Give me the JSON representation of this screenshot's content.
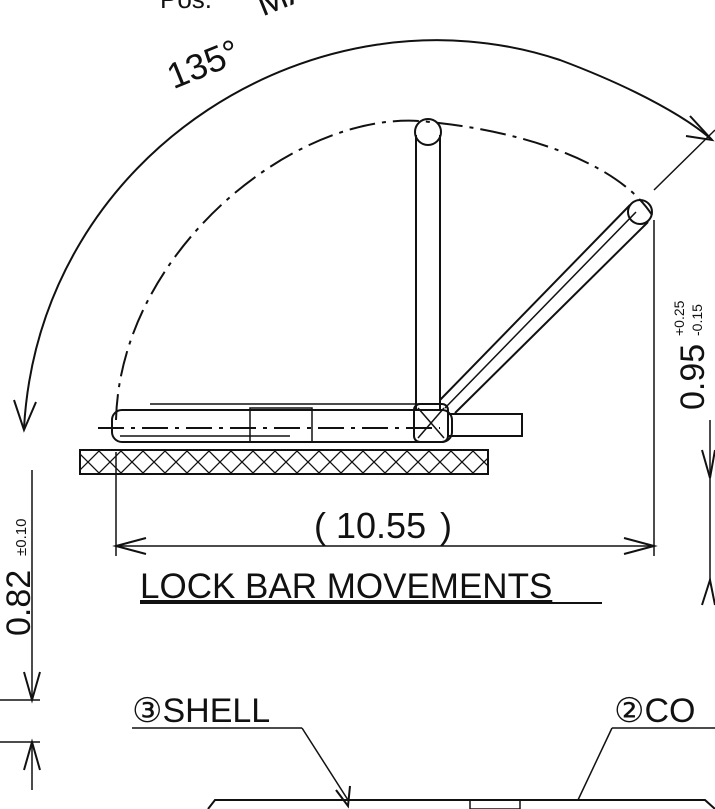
{
  "drawing": {
    "title": "LOCK BAR MOVEMENTS",
    "top_cut_label": "Pos.",
    "angle": {
      "value": "135°",
      "suffix": "MAX."
    },
    "width_dim": {
      "value": "10.55",
      "open": "(",
      "close": ")"
    },
    "right_dim": {
      "value": "0.95",
      "tol_plus": "+0.25",
      "tol_minus": "-0.15"
    },
    "left_dim": {
      "value": "0.82",
      "tol": "±0.10"
    },
    "callouts": [
      {
        "text": "③SHELL"
      },
      {
        "text": "②CO"
      }
    ]
  },
  "colors": {
    "ink": "#111111",
    "paper": "#ffffff"
  }
}
